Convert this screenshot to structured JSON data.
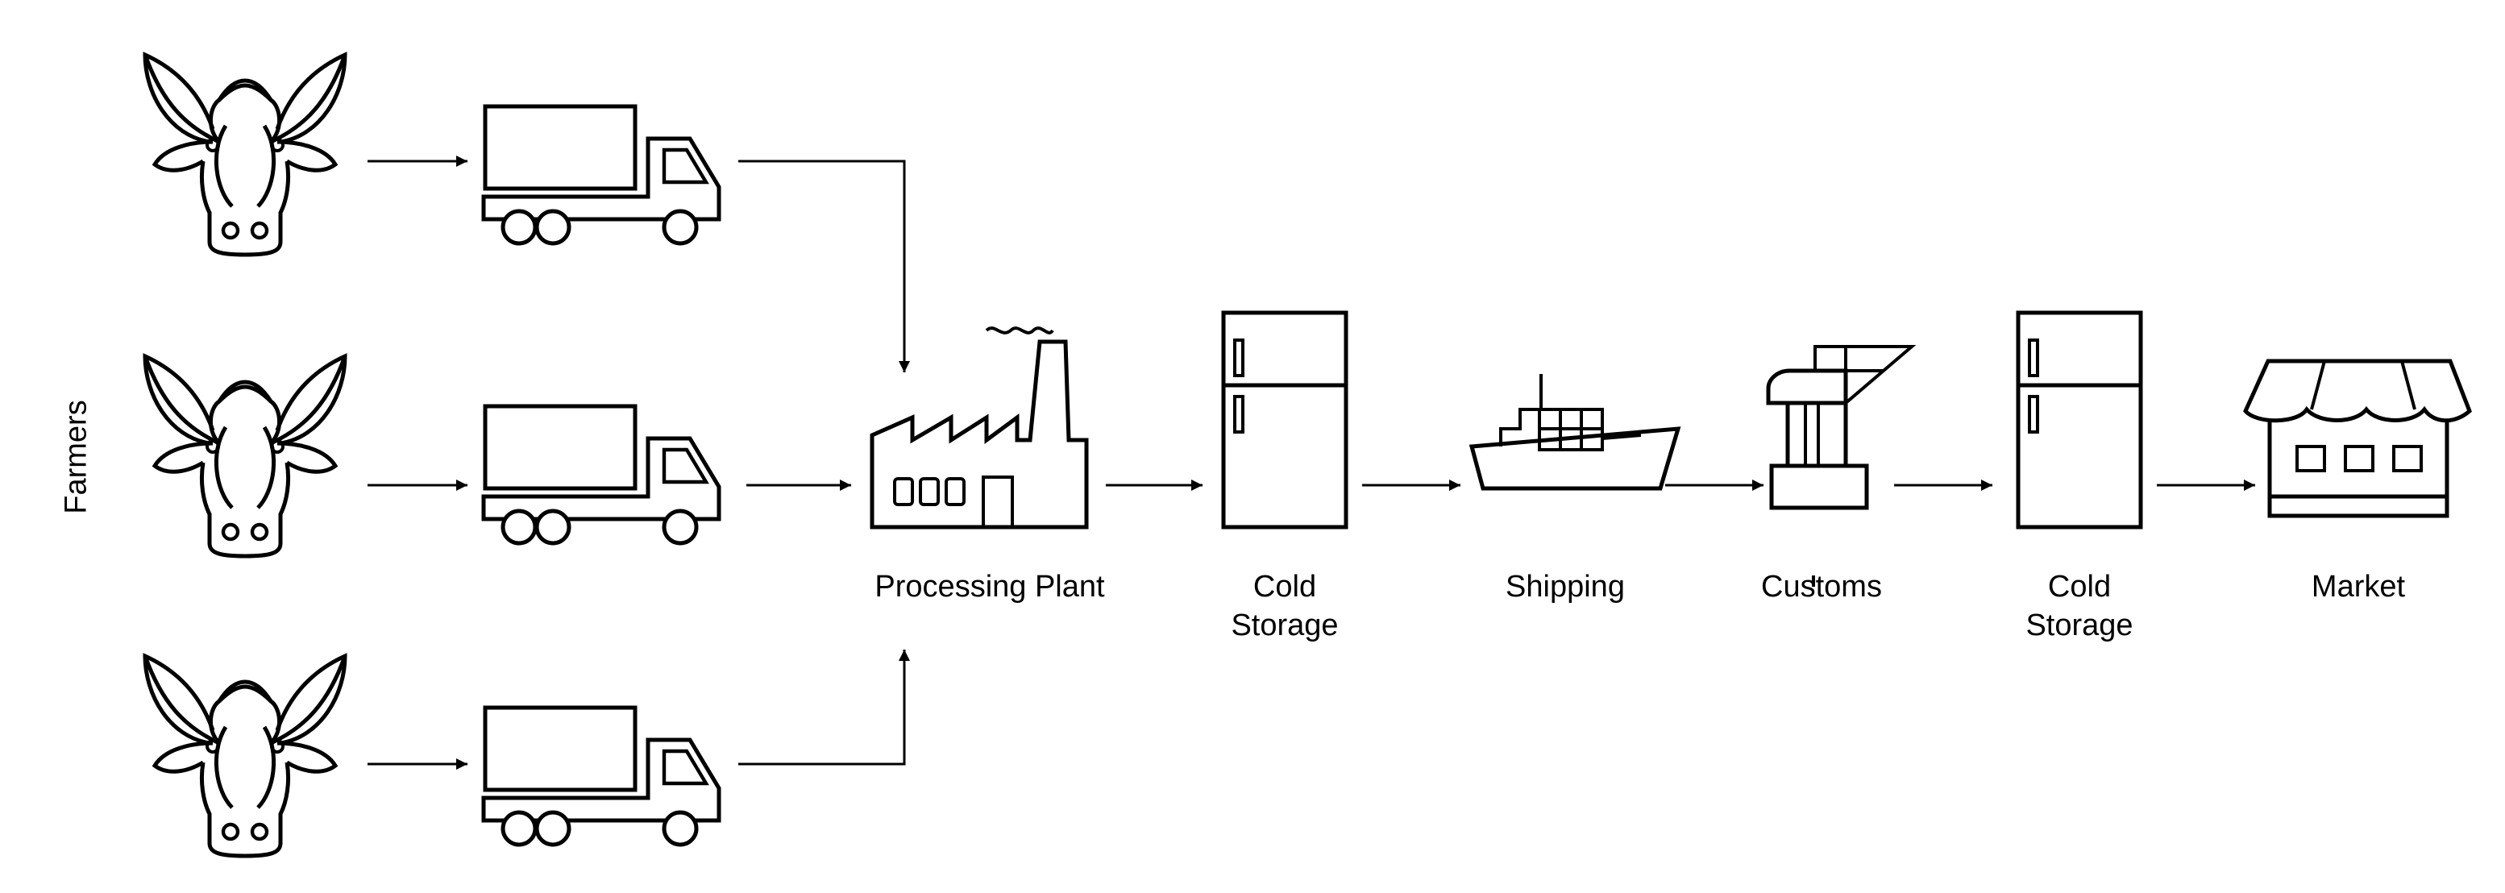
{
  "diagram": {
    "farmers_label": "Farmers",
    "stages": {
      "processing_plant": "Processing Plant",
      "cold_storage_1": {
        "line1": "Cold",
        "line2": "Storage"
      },
      "shipping": "Shipping",
      "customs": "Customs",
      "cold_storage_2": {
        "line1": "Cold",
        "line2": "Storage"
      },
      "market": "Market"
    }
  },
  "icons": [
    "cow-icon",
    "truck-icon",
    "factory-icon",
    "refrigerator-icon",
    "cargo-ship-icon",
    "port-crane-icon",
    "market-stall-icon"
  ],
  "colors": {
    "stroke": "#000000",
    "background": "#ffffff"
  }
}
